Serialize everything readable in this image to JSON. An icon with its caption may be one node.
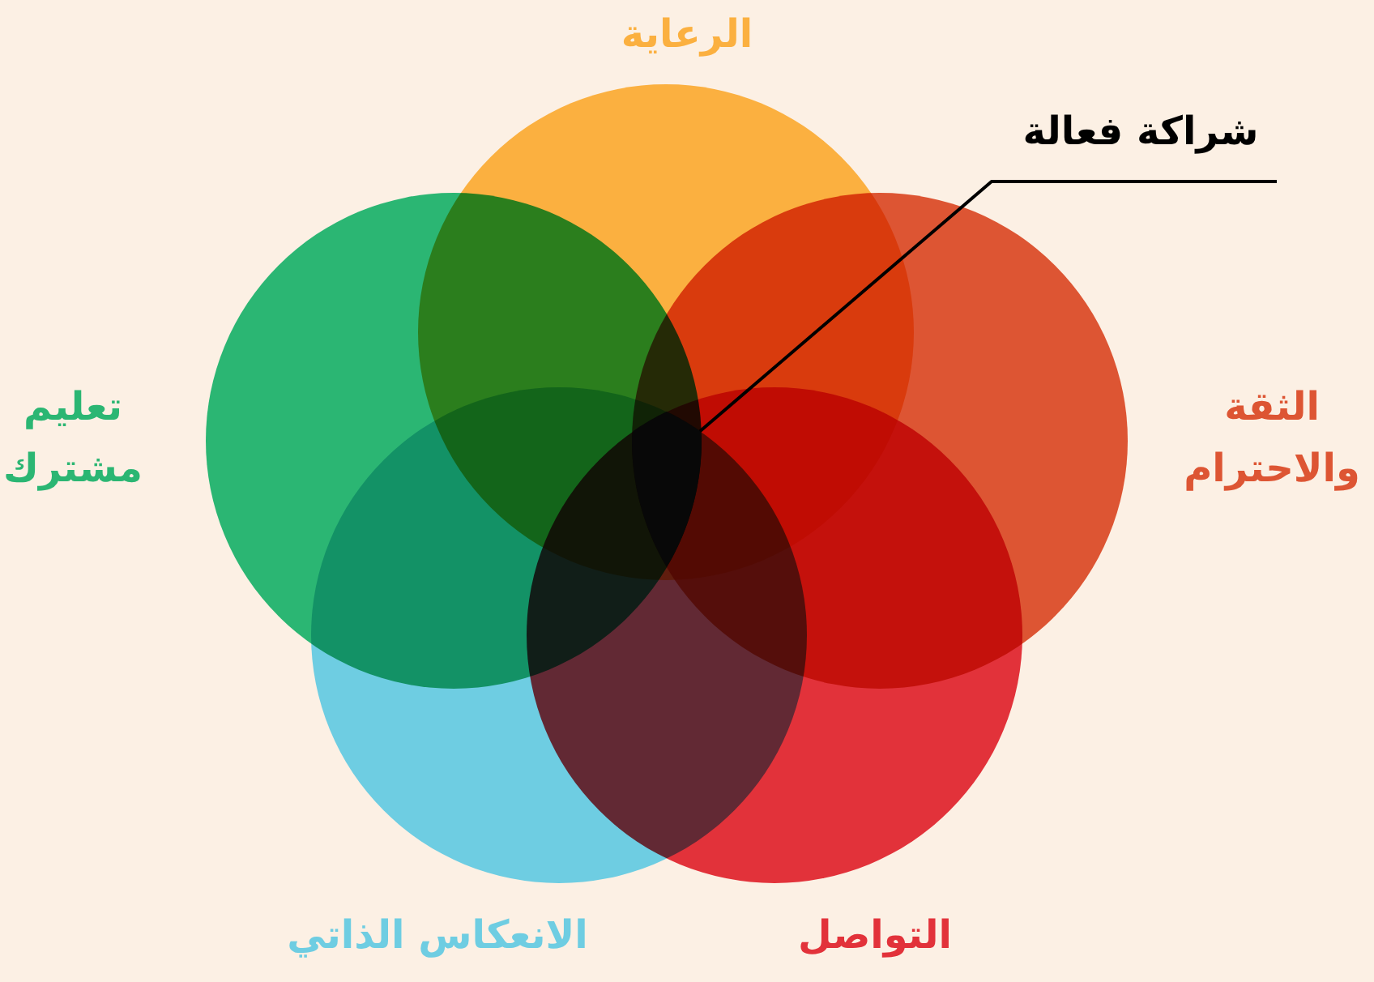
{
  "diagram": {
    "nodes": [
      {
        "text": [
          "الرعاية"
        ]
      },
      {
        "text": [
          "الثقة والاحترام"
        ]
      },
      {
        "text": [
          "التواصل"
        ]
      },
      {
        "text": [
          "الانعكاس الذاتي"
        ]
      },
      {
        "text": [
          "تعليم مشترك"
        ]
      },
      {
        "text": [
          "شراكة فعالة"
        ]
      },
      {
        "text": [],
        "shape": "region"
      }
    ],
    "edges": [
      {
        "from": 5,
        "to": 6,
        "arrow": "none"
      }
    ]
  }
}
